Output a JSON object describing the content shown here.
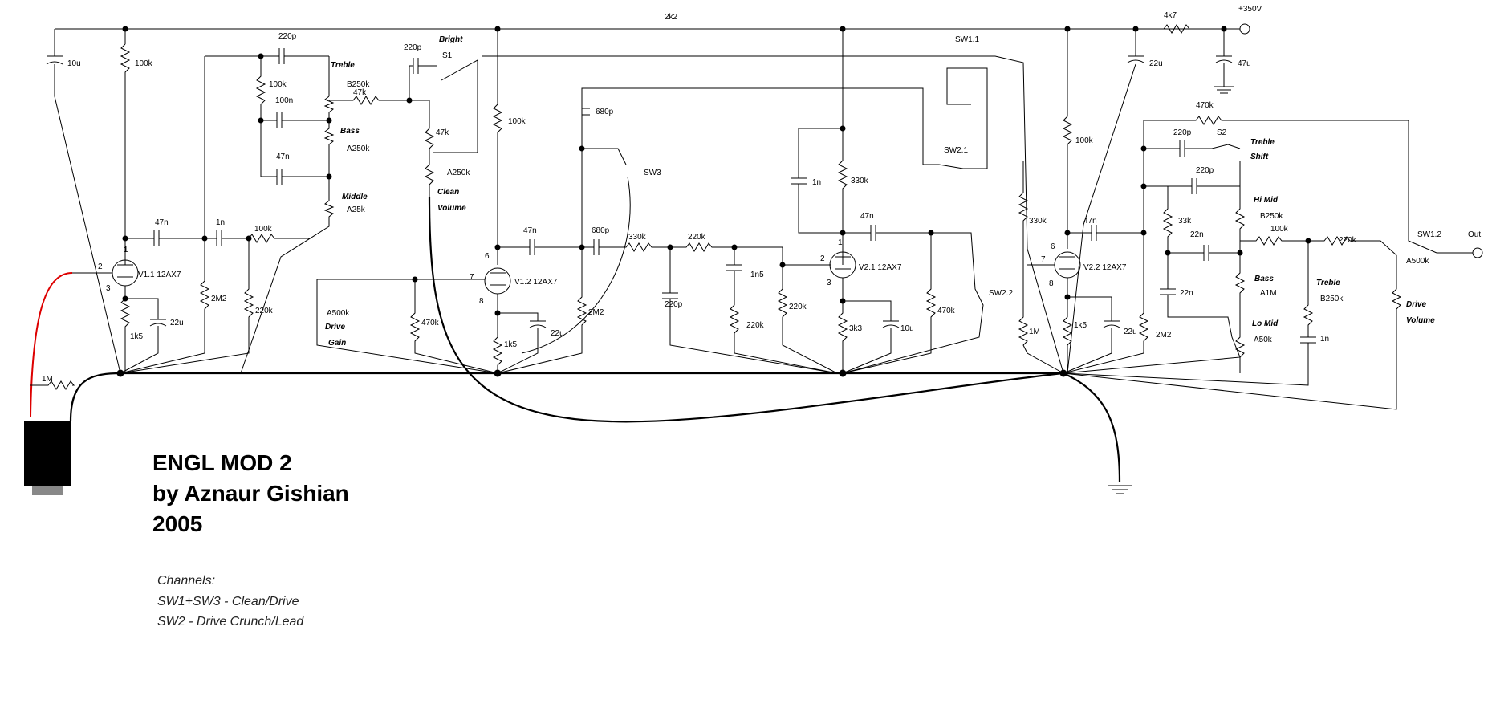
{
  "title": {
    "line1": "ENGL MOD 2",
    "line2": "by Aznaur Gishian",
    "line3": "2005"
  },
  "notes": {
    "heading": "Channels:",
    "line1": "SW1+SW3 - Clean/Drive",
    "line2": "SW2 - Drive Crunch/Lead"
  },
  "supply": {
    "voltage": "+350V"
  },
  "output": {
    "label": "Out"
  },
  "labels": {
    "c10u": "10u",
    "r100k_a": "100k",
    "c220p_a": "220p",
    "r100k_b": "100k",
    "treble": "Treble",
    "b250k": "B250k",
    "c100n": "100n",
    "bass": "Bass",
    "a250k": "A250k",
    "c47n_a": "47n",
    "middle": "Middle",
    "a25k": "A25k",
    "r47k_a": "47k",
    "c220p_b": "220p",
    "bright": "Bright",
    "s1": "S1",
    "r47k_b": "47k",
    "a250k_b": "A250k",
    "clean": "Clean",
    "volume": "Volume",
    "c47n_b": "47n",
    "c1n_a": "1n",
    "r100k_c": "100k",
    "v11": "V1.1 12AX7",
    "pin1_a": "1",
    "pin2_a": "2",
    "pin3_a": "3",
    "r1k5_a": "1k5",
    "c22u_a": "22u",
    "r2m2_a": "2M2",
    "r220k_a": "220k",
    "a500k_a": "A500k",
    "drive": "Drive",
    "gain": "Gain",
    "r470k_a": "470k",
    "r1m_in": "1M",
    "r2k2": "2k2",
    "r100k_d": "100k",
    "c680p_a": "680p",
    "sw3": "SW3",
    "c47n_c": "47n",
    "c680p_b": "680p",
    "r330k_a": "330k",
    "r220k_b": "220k",
    "c220p_c": "220p",
    "c1n5": "1n5",
    "r220k_c": "220k",
    "r220k_d": "220k",
    "v12": "V1.2 12AX7",
    "pin6_a": "6",
    "pin7_a": "7",
    "pin8_a": "8",
    "r1k5_b": "1k5",
    "c22u_b": "22u",
    "r2m2_b": "2M2",
    "c1n_b": "1n",
    "r330k_b": "330k",
    "c47n_d": "47n",
    "v21": "V2.1 12AX7",
    "pin1_b": "1",
    "pin2_b": "2",
    "pin3_b": "3",
    "r3k3": "3k3",
    "c10u_b": "10u",
    "r470k_b": "470k",
    "sw21": "SW2.1",
    "sw22": "SW2.2",
    "sw11": "SW1.1",
    "r330k_c": "330k",
    "r100k_e": "100k",
    "r4k7": "4k7",
    "c22u_c": "22u",
    "c47u": "47u",
    "c47n_e": "47n",
    "v22": "V2.2 12AX7",
    "pin6_b": "6",
    "pin7_b": "7",
    "pin8_b": "8",
    "r1m": "1M",
    "r1k5_c": "1k5",
    "c22u_d": "22u",
    "r2m2_c": "2M2",
    "r470k_c": "470k",
    "c220p_d": "220p",
    "s2": "S2",
    "treble2": "Treble",
    "shift": "Shift",
    "c220p_e": "220p",
    "r33k": "33k",
    "himid": "Hi Mid",
    "b250k_b": "B250k",
    "c22n_a": "22n",
    "r100k_f": "100k",
    "r220k_e": "220k",
    "sw12": "SW1.2",
    "bass2": "Bass",
    "a1m": "A1M",
    "c22n_b": "22n",
    "lomid": "Lo Mid",
    "a50k": "A50k",
    "treble3": "Treble",
    "b250k_c": "B250k",
    "c1n_c": "1n",
    "a500k_b": "A500k",
    "drive2": "Drive",
    "volume2": "Volume"
  },
  "colors": {
    "ink": "#000000",
    "lead_red": "#dd0000",
    "plug_grey": "#888888"
  }
}
